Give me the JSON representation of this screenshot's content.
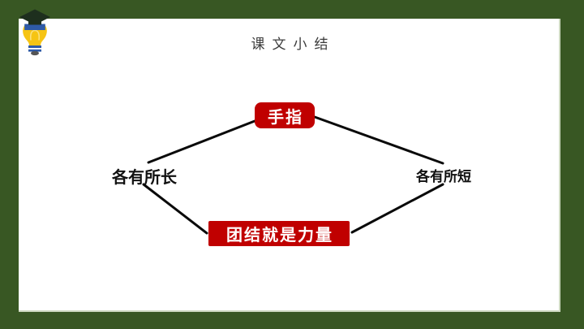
{
  "slide": {
    "title": "课文小结"
  },
  "diagram": {
    "top_node": {
      "label": "手指"
    },
    "left_node": {
      "label": "各有所长"
    },
    "right_node": {
      "label": "各有所短"
    },
    "bottom_node": {
      "label": "团结就是力量"
    }
  },
  "icons": {
    "corner_icon": "graduation-cap-lightbulb-icon"
  },
  "colors": {
    "frame_green": "#385723",
    "node_red": "#C00000",
    "connector_black": "#0a0a0a",
    "title_gray": "#3c3c3c",
    "bulb_yellow": "#F6C413",
    "bulb_band_blue": "#2E5AA7",
    "cap_dark": "#1E2F1E"
  }
}
